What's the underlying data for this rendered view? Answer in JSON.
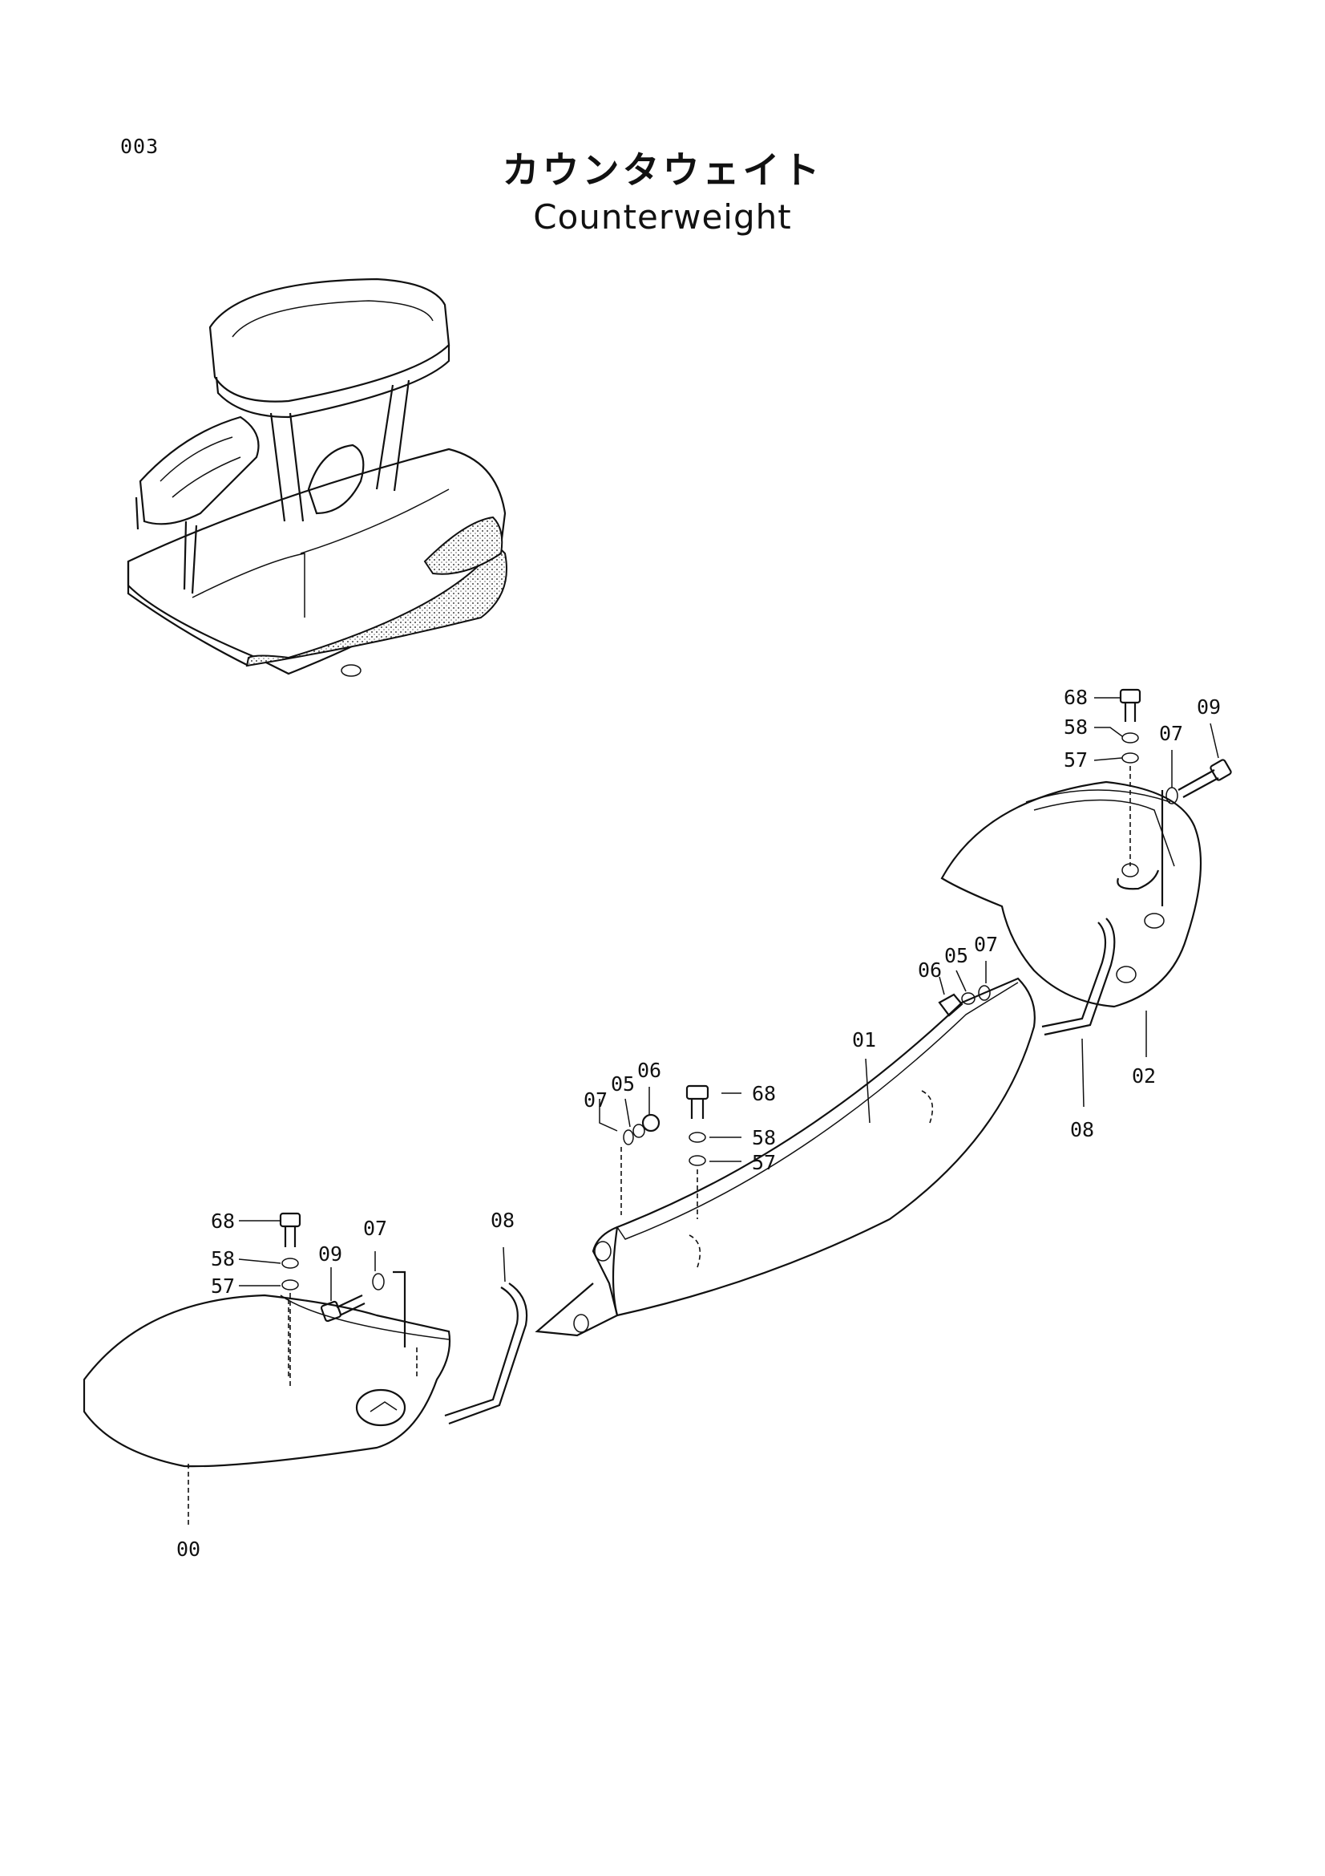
{
  "page": {
    "number": "003"
  },
  "title": {
    "japanese": "カウンタウェイト",
    "english": "Counterweight"
  },
  "callouts": {
    "c68a": "68",
    "c58a": "58",
    "c57a": "57",
    "c07a": "07",
    "c09a": "09",
    "c06a": "06",
    "c05a": "05",
    "c07b": "07",
    "c02": "02",
    "c08a": "08",
    "c01": "01",
    "c07c": "07",
    "c05b": "05",
    "c06b": "06",
    "c68b": "68",
    "c58b": "58",
    "c57b": "57",
    "c68c": "68",
    "c58c": "58",
    "c57c": "57",
    "c09b": "09",
    "c07d": "07",
    "c08b": "08",
    "c00": "00"
  }
}
